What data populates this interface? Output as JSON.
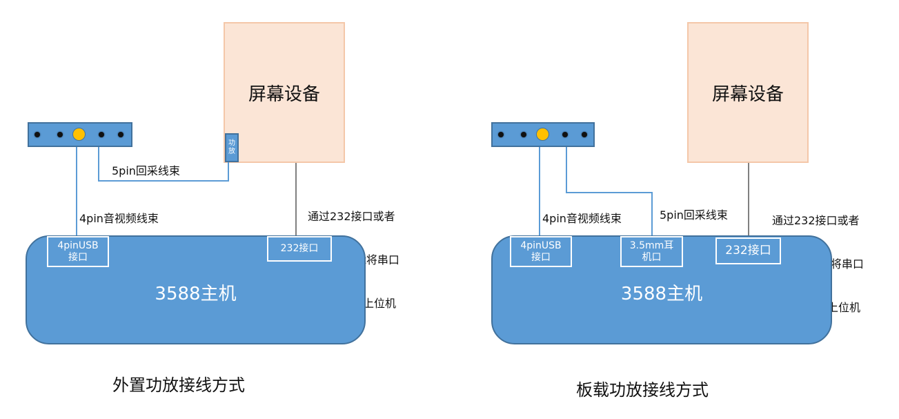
{
  "colors": {
    "screen_fill": "#fbe5d6",
    "screen_border": "#f4c7a8",
    "device_blue": "#5b9bd5",
    "device_border": "#41719c",
    "knob_yellow": "#ffc000",
    "serial_wire_gray": "#7f7f7f"
  },
  "left": {
    "caption": "外置功放接线方式",
    "screen_label": "屏幕设备",
    "amp_label_line1": "功",
    "amp_label_line2": "放",
    "wire_5pin_label": "5pin回采线束",
    "wire_4pin_label": "4pin音视频线束",
    "serial_note_line1": "通过232接口或者",
    "serial_note_line2": "websocket将串口",
    "serial_note_line3": "信息传输给上位机",
    "host_label": "3588主机",
    "ports": {
      "usb_line1": "4pinUSB",
      "usb_line2": "接口",
      "rs232": "232接口"
    }
  },
  "right": {
    "caption": "板载功放接线方式",
    "screen_label": "屏幕设备",
    "wire_5pin_label": "5pin回采线束",
    "wire_4pin_label": "4pin音视频线束",
    "serial_note_line1": "通过232接口或者",
    "serial_note_line2": "websocket将串口",
    "serial_note_line3": "信息传输给上位机",
    "host_label": "3588主机",
    "ports": {
      "usb_line1": "4pinUSB",
      "usb_line2": "接口",
      "jack_line1": "3.5mm耳",
      "jack_line2": "机口",
      "rs232": "232接口"
    }
  }
}
